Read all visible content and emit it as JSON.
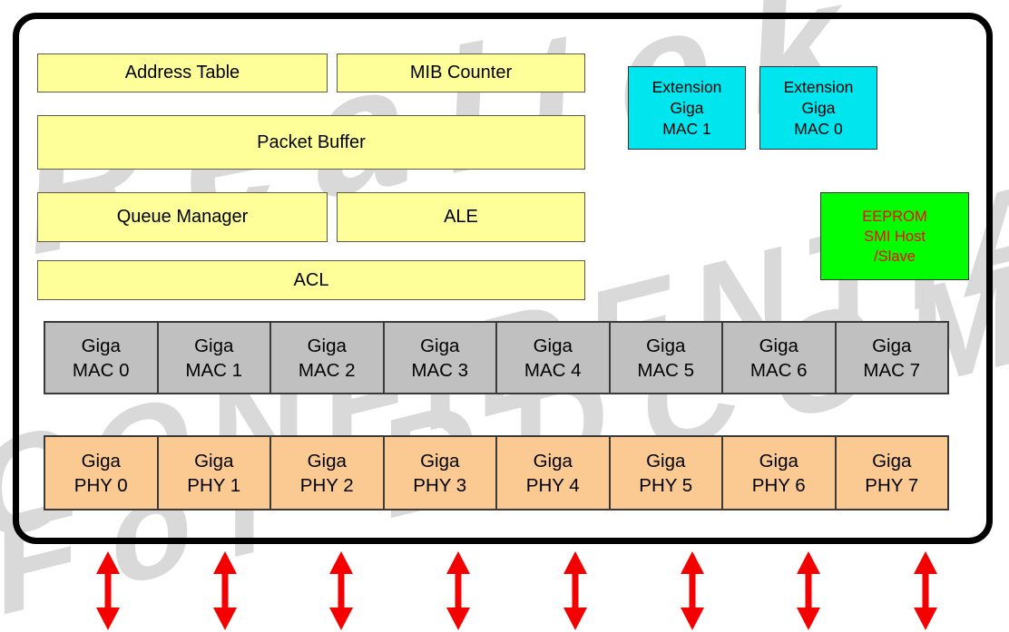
{
  "watermark": {
    "color": "#d9d9d9",
    "lines": {
      "brand": "Realtek",
      "confidential": "CONFIDENTIAL",
      "recipient": "For DDCOM"
    }
  },
  "chip": {
    "function_blocks": [
      {
        "id": "address-table",
        "label": "Address Table"
      },
      {
        "id": "mib-counter",
        "label": "MIB Counter"
      },
      {
        "id": "packet-buffer",
        "label": "Packet Buffer"
      },
      {
        "id": "queue-manager",
        "label": "Queue Manager"
      },
      {
        "id": "ale",
        "label": "ALE"
      },
      {
        "id": "acl",
        "label": "ACL"
      }
    ],
    "extension_mac_blocks": [
      {
        "id": "extension-giga-mac-1",
        "label": "Extension\nGiga\nMAC 1"
      },
      {
        "id": "extension-giga-mac-0",
        "label": "Extension\nGiga\nMAC 0"
      }
    ],
    "eeprom_block": {
      "id": "eeprom-smi",
      "label": "EEPROM\nSMI Host\n/Slave"
    },
    "giga_mac_ports": [
      {
        "label": "Giga\nMAC 0"
      },
      {
        "label": "Giga\nMAC 1"
      },
      {
        "label": "Giga\nMAC 2"
      },
      {
        "label": "Giga\nMAC 3"
      },
      {
        "label": "Giga\nMAC 4"
      },
      {
        "label": "Giga\nMAC 5"
      },
      {
        "label": "Giga\nMAC 6"
      },
      {
        "label": "Giga\nMAC 7"
      }
    ],
    "giga_phy_ports": [
      {
        "label": "Giga\nPHY 0"
      },
      {
        "label": "Giga\nPHY 1"
      },
      {
        "label": "Giga\nPHY 2"
      },
      {
        "label": "Giga\nPHY 3"
      },
      {
        "label": "Giga\nPHY 4"
      },
      {
        "label": "Giga\nPHY 5"
      },
      {
        "label": "Giga\nPHY 6"
      },
      {
        "label": "Giga\nPHY 7"
      }
    ],
    "external_port_arrows": {
      "count": 8,
      "style": "double-headed-vertical",
      "color": "#ff0000"
    }
  },
  "colors": {
    "function_block_fill": "#ffff99",
    "extension_mac_fill": "#00e5ee",
    "eeprom_fill": "#00ff00",
    "eeprom_text": "#ff0000",
    "mac_port_fill": "#c0c0c0",
    "phy_port_fill": "#fbca93",
    "outline": "#000000",
    "arrow": "#ff0000",
    "watermark": "#d9d9d9"
  }
}
